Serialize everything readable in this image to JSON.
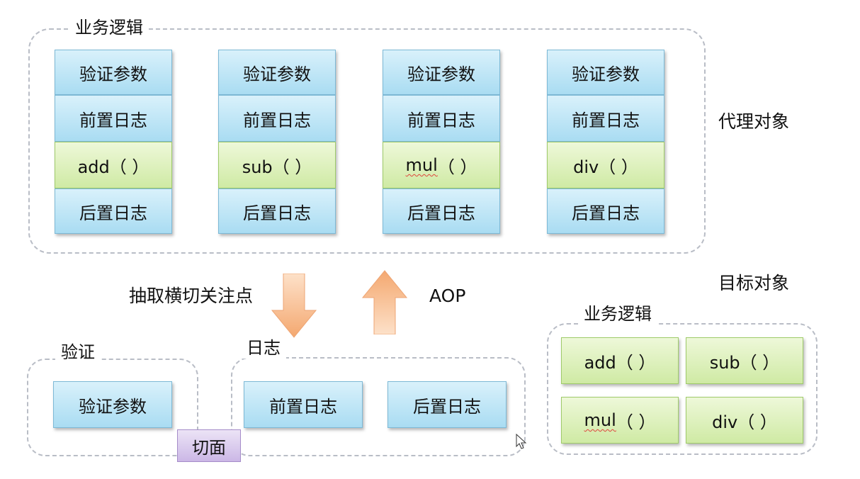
{
  "proxy": {
    "group_title": "业务逻辑",
    "columns": [
      {
        "validate": "验证参数",
        "before_log": "前置日志",
        "method": "add（ ）",
        "after_log": "后置日志"
      },
      {
        "validate": "验证参数",
        "before_log": "前置日志",
        "method": "sub（ ）",
        "after_log": "后置日志"
      },
      {
        "validate": "验证参数",
        "before_log": "前置日志",
        "method_text": "mul",
        "method_suffix": "（ ）",
        "after_log": "后置日志"
      },
      {
        "validate": "验证参数",
        "before_log": "前置日志",
        "method": "div（ ）",
        "after_log": "后置日志"
      }
    ],
    "side_label": "代理对象"
  },
  "flow": {
    "extract_label": "抽取横切关注点",
    "aop_label": "AOP",
    "arrow_color": "#f6b98a"
  },
  "aspects": {
    "validation": {
      "title": "验证",
      "item": "验证参数"
    },
    "logging": {
      "title": "日志",
      "before": "前置日志",
      "after": "后置日志"
    },
    "aspect_badge": "切面"
  },
  "target": {
    "side_label": "目标对象",
    "group_title": "业务逻辑",
    "methods": {
      "add": "add（ ）",
      "sub": "sub（ ）",
      "mul_text": "mul",
      "mul_suffix": "（ ）",
      "div": "div（ ）"
    }
  },
  "colors": {
    "blue_box": "#a9dcf2",
    "green_box": "#cfeaa4",
    "purple_box": "#cbb7e6",
    "dashed_border": "#b9bdc6"
  }
}
